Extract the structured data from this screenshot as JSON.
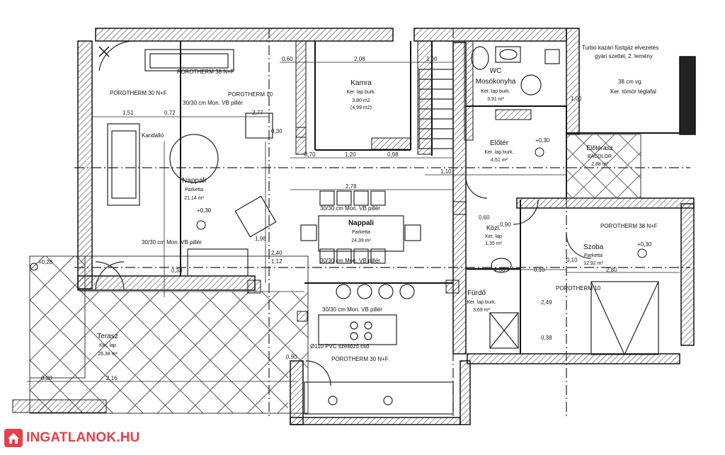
{
  "colors": {
    "wall": "#111111",
    "hatch": "#555555",
    "line": "#222222",
    "brand": "#e6404a"
  },
  "rooms": [
    {
      "key": "nappali1",
      "name": "Nappali",
      "floor": "Parketta",
      "area": "21,14 m²"
    },
    {
      "key": "nappali2",
      "name": "Nappali",
      "floor": "Parketta",
      "area": "24,39 m²"
    },
    {
      "key": "kamra",
      "name": "Kamra",
      "floor": "Ker. lap burk.",
      "area": "3,80 m2",
      "area2": "(4,99 m2)"
    },
    {
      "key": "wc",
      "name": "WC",
      "name2": "Mosókonyha",
      "floor": "Ker. lap burk.",
      "area": "3,91 m²"
    },
    {
      "key": "eloter",
      "name": "Előtér",
      "floor": "Ker. lap burk.",
      "area": "4,51 m²"
    },
    {
      "key": "elotarasz",
      "name": "Előtérasz",
      "floor": "BACOLOR",
      "area": "2,88 m²"
    },
    {
      "key": "kozl",
      "name": "Közl.",
      "floor": "Ker. lap",
      "area": "1,35 m²"
    },
    {
      "key": "szoba",
      "name": "Szoba",
      "floor": "Parketta",
      "area": "12,92 m²"
    },
    {
      "key": "furdo",
      "name": "Fürdő",
      "floor": "Ker. lap burk.",
      "area": "3,69 m²"
    },
    {
      "key": "terasz",
      "name": "Terasz",
      "floor": "Ker. lap",
      "area": "26,38 m²"
    }
  ],
  "notes": {
    "porotherm_top": "POROTHERM 38 N+F",
    "porotherm_left": "POROTHERM 30 N+F",
    "porotherm_10a": "POROTHERM 10",
    "porotherm_right": "POROTHERM 38 N+F",
    "porotherm_10b": "POROTHERM 10",
    "porotherm_bottom": "POROTHERM 30 N+F",
    "pillar1": "30/30 cm Mon. VB pillér",
    "pillar2": "30/30 cm Mon. VB pillér",
    "pillar3": "30/30 cm Mon. VB pillér",
    "pillar4": "30/30 cm Mon. VB pillér",
    "pillar5": "30/30 cm Mon. VB pillér",
    "kandallo": "Kandalló",
    "pvc": "Ø110 PVC szellőző cső",
    "turbo1": "Turbo kazán füstgáz elvezetés",
    "turbo2": "gyári szettel, 2. lemény",
    "wall1": "38 cm vg.",
    "wall2": "Ker. tömör téglafal",
    "height1": "+0,30",
    "height2": "+0,30",
    "height3": "+0,30",
    "height4": "+0,28"
  },
  "dims": {
    "d1": "0,60",
    "d2": "2,08",
    "d3": "1,00",
    "d4": "1,51",
    "d5": "0,72",
    "d6": "2,77",
    "d7": "0,70",
    "d8": "1,20",
    "d9": "0,98",
    "d10": "2,78",
    "d11": "1,10",
    "d12": "0,60",
    "d13": "0,90",
    "d14": "1,50",
    "d15": "0,10",
    "d16": "2,80",
    "d17": "0,30",
    "d18": "2,40",
    "d19": "1,96",
    "d20": "1,12",
    "d21": "0,38",
    "d22": "0,10",
    "d23": "2,49",
    "d24": "0,38",
    "d25": "1,00",
    "d26": "0,20",
    "d27": "0,90",
    "d28": "2,16"
  },
  "brand": {
    "text": "INGATLANOK.HU"
  }
}
